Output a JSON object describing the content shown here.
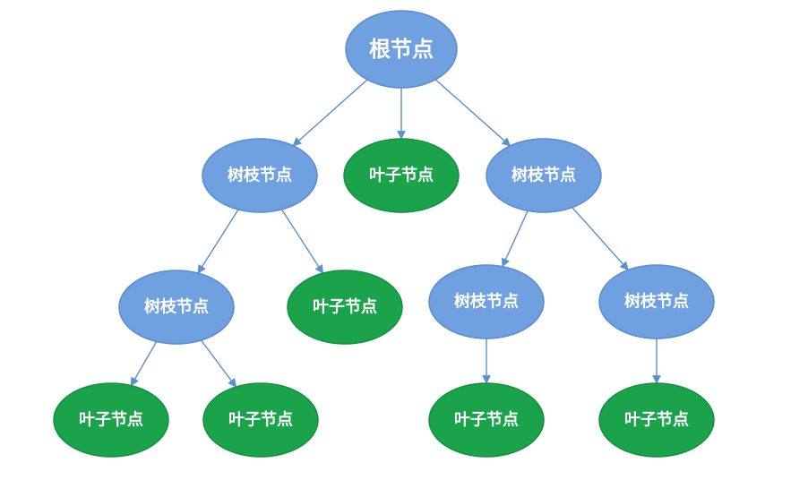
{
  "colors": {
    "branch_fill": "#6fa0e0",
    "branch_stroke": "#5a8cd0",
    "leaf_fill": "#1aa34a",
    "leaf_stroke": "#13913f",
    "edge": "#5b8fd0",
    "label": "#ffffff"
  },
  "nodes": [
    {
      "id": "root",
      "type": "root",
      "label": "根节点"
    },
    {
      "id": "b1",
      "type": "branch",
      "label": "树枝节点"
    },
    {
      "id": "l1",
      "type": "leaf",
      "label": "叶子节点"
    },
    {
      "id": "b2",
      "type": "branch",
      "label": "树枝节点"
    },
    {
      "id": "b3",
      "type": "branch",
      "label": "树枝节点"
    },
    {
      "id": "l2",
      "type": "leaf",
      "label": "叶子节点"
    },
    {
      "id": "b4",
      "type": "branch",
      "label": "树枝节点"
    },
    {
      "id": "b5",
      "type": "branch",
      "label": "树枝节点"
    },
    {
      "id": "l3",
      "type": "leaf",
      "label": "叶子节点"
    },
    {
      "id": "l4",
      "type": "leaf",
      "label": "叶子节点"
    },
    {
      "id": "l5",
      "type": "leaf",
      "label": "叶子节点"
    },
    {
      "id": "l6",
      "type": "leaf",
      "label": "叶子节点"
    }
  ],
  "edges": [
    {
      "from": "root",
      "to": "b1"
    },
    {
      "from": "root",
      "to": "l1"
    },
    {
      "from": "root",
      "to": "b2"
    },
    {
      "from": "b1",
      "to": "b3"
    },
    {
      "from": "b1",
      "to": "l2"
    },
    {
      "from": "b2",
      "to": "b4"
    },
    {
      "from": "b2",
      "to": "b5"
    },
    {
      "from": "b3",
      "to": "l3"
    },
    {
      "from": "b3",
      "to": "l4"
    },
    {
      "from": "b4",
      "to": "l5"
    },
    {
      "from": "b5",
      "to": "l6"
    }
  ]
}
